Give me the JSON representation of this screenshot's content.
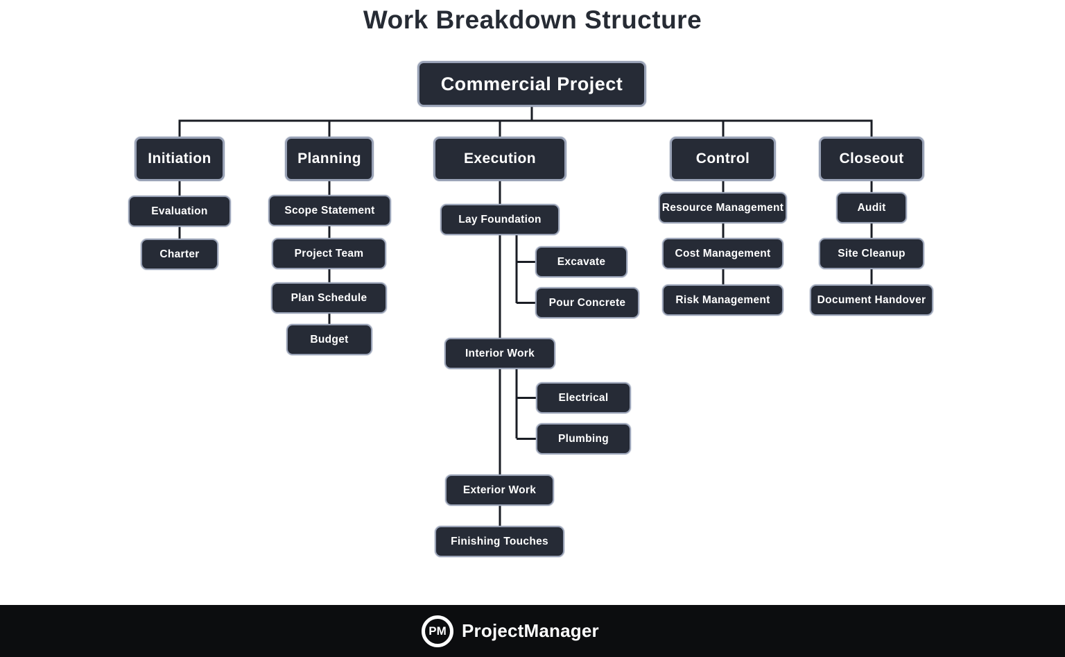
{
  "title": "Work Breakdown Structure",
  "root": {
    "label": "Commercial Project"
  },
  "phases": [
    {
      "label": "Initiation",
      "children": [
        {
          "label": "Evaluation"
        },
        {
          "label": "Charter"
        }
      ]
    },
    {
      "label": "Planning",
      "children": [
        {
          "label": "Scope Statement"
        },
        {
          "label": "Project Team"
        },
        {
          "label": "Plan Schedule"
        },
        {
          "label": "Budget"
        }
      ]
    },
    {
      "label": "Execution",
      "children": [
        {
          "label": "Lay Foundation",
          "children": [
            {
              "label": "Excavate"
            },
            {
              "label": "Pour Concrete"
            }
          ]
        },
        {
          "label": "Interior Work",
          "children": [
            {
              "label": "Electrical"
            },
            {
              "label": "Plumbing"
            }
          ]
        },
        {
          "label": "Exterior Work"
        },
        {
          "label": "Finishing Touches"
        }
      ]
    },
    {
      "label": "Control",
      "children": [
        {
          "label": "Resource Management"
        },
        {
          "label": "Cost Management"
        },
        {
          "label": "Risk Management"
        }
      ]
    },
    {
      "label": "Closeout",
      "children": [
        {
          "label": "Audit"
        },
        {
          "label": "Site Cleanup"
        },
        {
          "label": "Document Handover"
        }
      ]
    }
  ],
  "footer": {
    "logo_monogram": "PM",
    "brand": "ProjectManager"
  },
  "colors": {
    "box_fill": "#262b36",
    "box_border": "#99a2b6",
    "connector": "#1a1d24",
    "title_color": "#262b34",
    "footer_bg": "#0c0d0f",
    "background": "#ffffff"
  }
}
